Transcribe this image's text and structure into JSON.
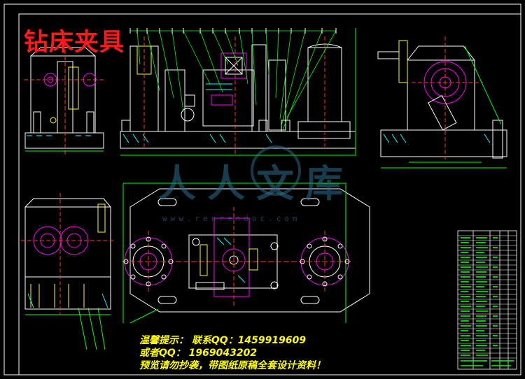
{
  "drawing": {
    "title": "钻床夹具",
    "watermark_text": "人人文库",
    "watermark_url": "www.renrendoc.com",
    "notice": {
      "line1": "温馨提示： 联系QQ：1459919609",
      "line2": "或者QQ： 1969043202",
      "line3": "预览请勿抄袭，带图纸原稿全套设计资料！"
    },
    "colors": {
      "background": "#000000",
      "frame": "#ffffff",
      "object_lines": "#ffffff",
      "center_lines": "#ff3333",
      "hidden_parts": "#ff00ff",
      "dimensions": "#00ff00",
      "section_hatch": "#00ffff",
      "accent": "#ffff00"
    }
  }
}
